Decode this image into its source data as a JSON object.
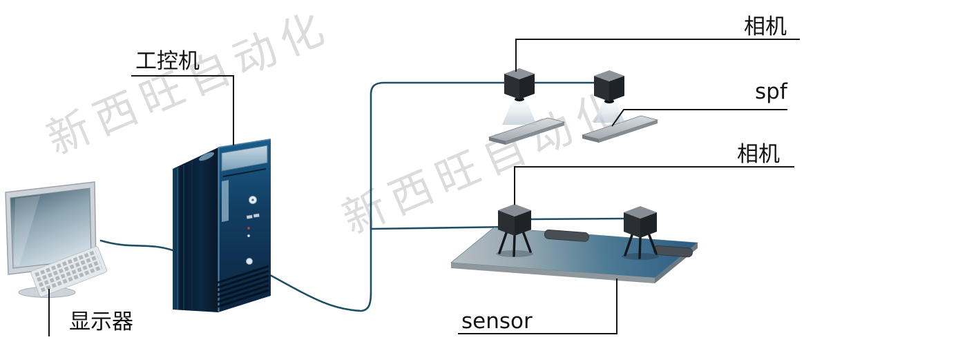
{
  "watermark": {
    "text": "新西旺自动化"
  },
  "labels": {
    "ipc": "工控机",
    "monitor": "显示器",
    "camera_top": "相机",
    "spf": "spf",
    "camera_bottom": "相机",
    "sensor": "sensor"
  },
  "colors": {
    "cable": "#1d4e63",
    "annotation_line": "#141414",
    "label_text": "#141414",
    "watermark": "#d7d7d7",
    "tower_front": "#123e62",
    "tower_side": "#0a1c30",
    "panel_silver": "#b7bec2",
    "panel_blue": "#2f628a",
    "camera_body": "#26292d",
    "plate_gray": "#c9ced2"
  }
}
